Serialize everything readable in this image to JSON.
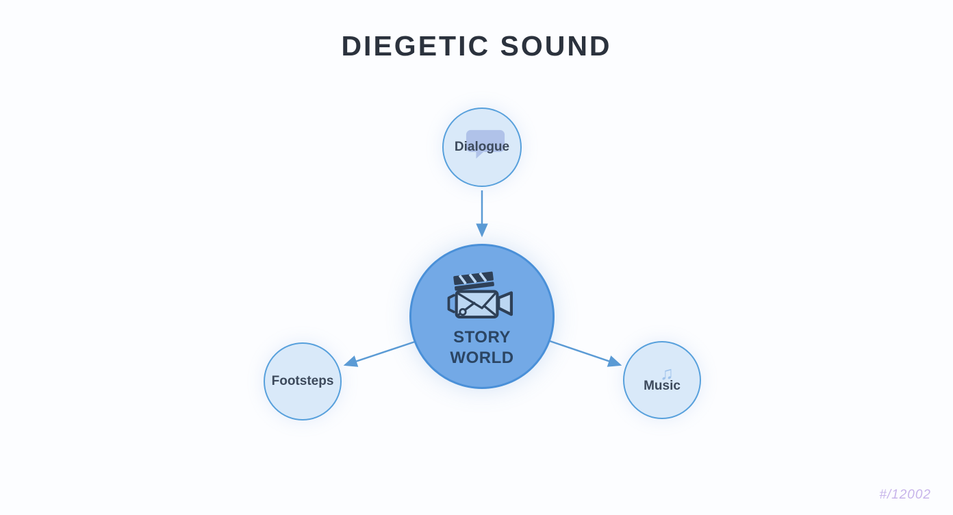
{
  "title": "DIEGETIC SOUND",
  "nodes": {
    "center": {
      "line1": "STORY",
      "line2": "WORLD",
      "icon": "film-camera-icon"
    },
    "dialogue": {
      "label": "Dialogue",
      "icon": "speech-bubble-icon"
    },
    "footsteps": {
      "label": "Footsteps"
    },
    "music": {
      "label": "Music",
      "icon": "music-notes-icon"
    }
  },
  "connections": [
    {
      "from": "dialogue",
      "to": "center",
      "direction": "into-center"
    },
    {
      "from": "center",
      "to": "footsteps",
      "direction": "out-of-center"
    },
    {
      "from": "center",
      "to": "music",
      "direction": "out-of-center"
    }
  ],
  "watermark": "#/12002",
  "colors": {
    "background": "#fcfdff",
    "center_fill": "#73a9e6",
    "center_stroke": "#4a90d8",
    "satellite_fill": "#d9e9f9",
    "satellite_stroke": "#57a0dc",
    "arrow": "#5b9bd5",
    "title_color": "#2b323d",
    "label_color": "#3d4a5c",
    "center_label_color": "#2b4563",
    "watermark_color": "#c7b4ea"
  }
}
